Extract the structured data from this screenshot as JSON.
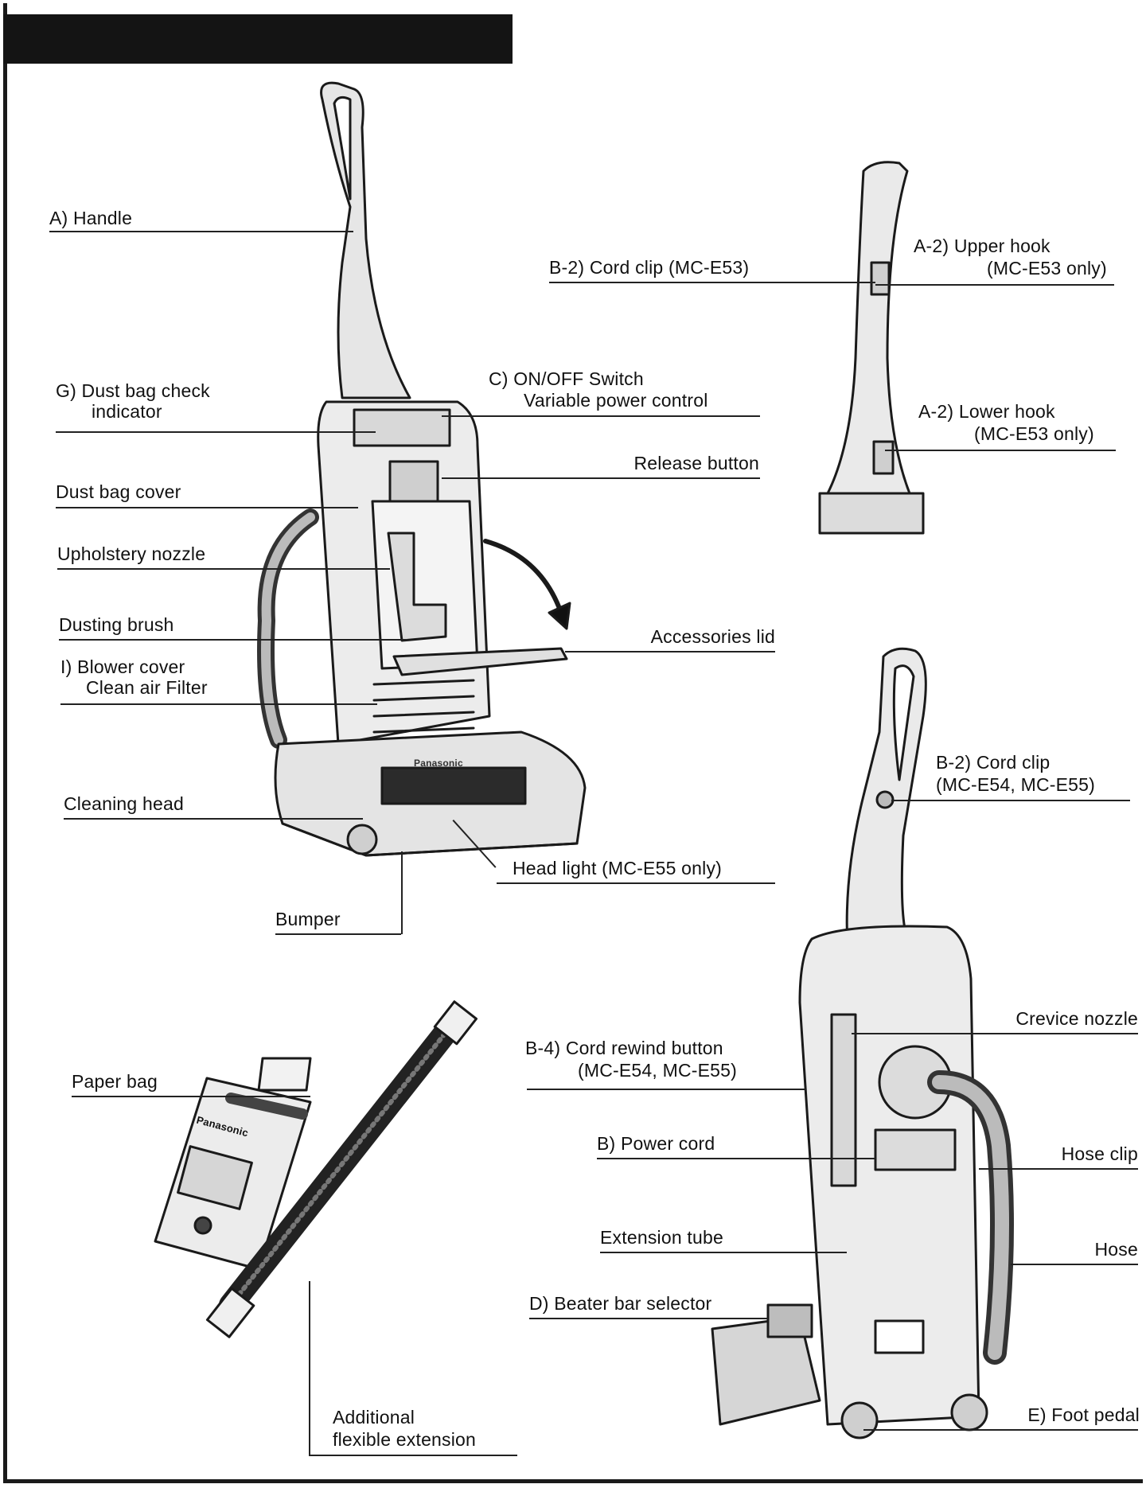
{
  "labels": {
    "handle": "A) Handle",
    "dust_bag_check_1": "G)  Dust bag check",
    "dust_bag_check_2": "indicator",
    "dust_bag_cover": "Dust bag cover",
    "upholstery_nozzle": "Upholstery nozzle",
    "dusting_brush": "Dusting brush",
    "blower_cover_1": "I)  Blower cover",
    "blower_cover_2": "Clean air Filter",
    "cleaning_head": "Cleaning head",
    "bumper": "Bumper",
    "onoff_switch_1": "C)  ON/OFF Switch",
    "onoff_switch_2": "Variable power control",
    "release_button": "Release button",
    "accessories_lid": "Accessories lid",
    "head_light": "Head light (MC-E55 only)",
    "cord_clip_e53": "B-2)  Cord clip (MC-E53)",
    "upper_hook_1": "A-2)  Upper hook",
    "upper_hook_2": "(MC-E53 only)",
    "lower_hook_1": "A-2)  Lower hook",
    "lower_hook_2": "(MC-E53 only)",
    "cord_clip_e54_1": "B-2)  Cord clip",
    "cord_clip_e54_2": "(MC-E54,  MC-E55)",
    "crevice_nozzle": "Crevice nozzle",
    "cord_rewind_1": "B-4)  Cord rewind button",
    "cord_rewind_2": "(MC-E54,  MC-E55)",
    "power_cord": "B)  Power cord",
    "hose_clip": "Hose clip",
    "extension_tube": "Extension tube",
    "hose": "Hose",
    "beater_bar": "D)  Beater bar selector",
    "foot_pedal": "E)  Foot pedal",
    "paper_bag": "Paper bag",
    "additional_ext_1": "Additional",
    "additional_ext_2": "flexible extension"
  },
  "paper_bag_brand": "Panasonic",
  "bottom_brand": "Panasonic"
}
